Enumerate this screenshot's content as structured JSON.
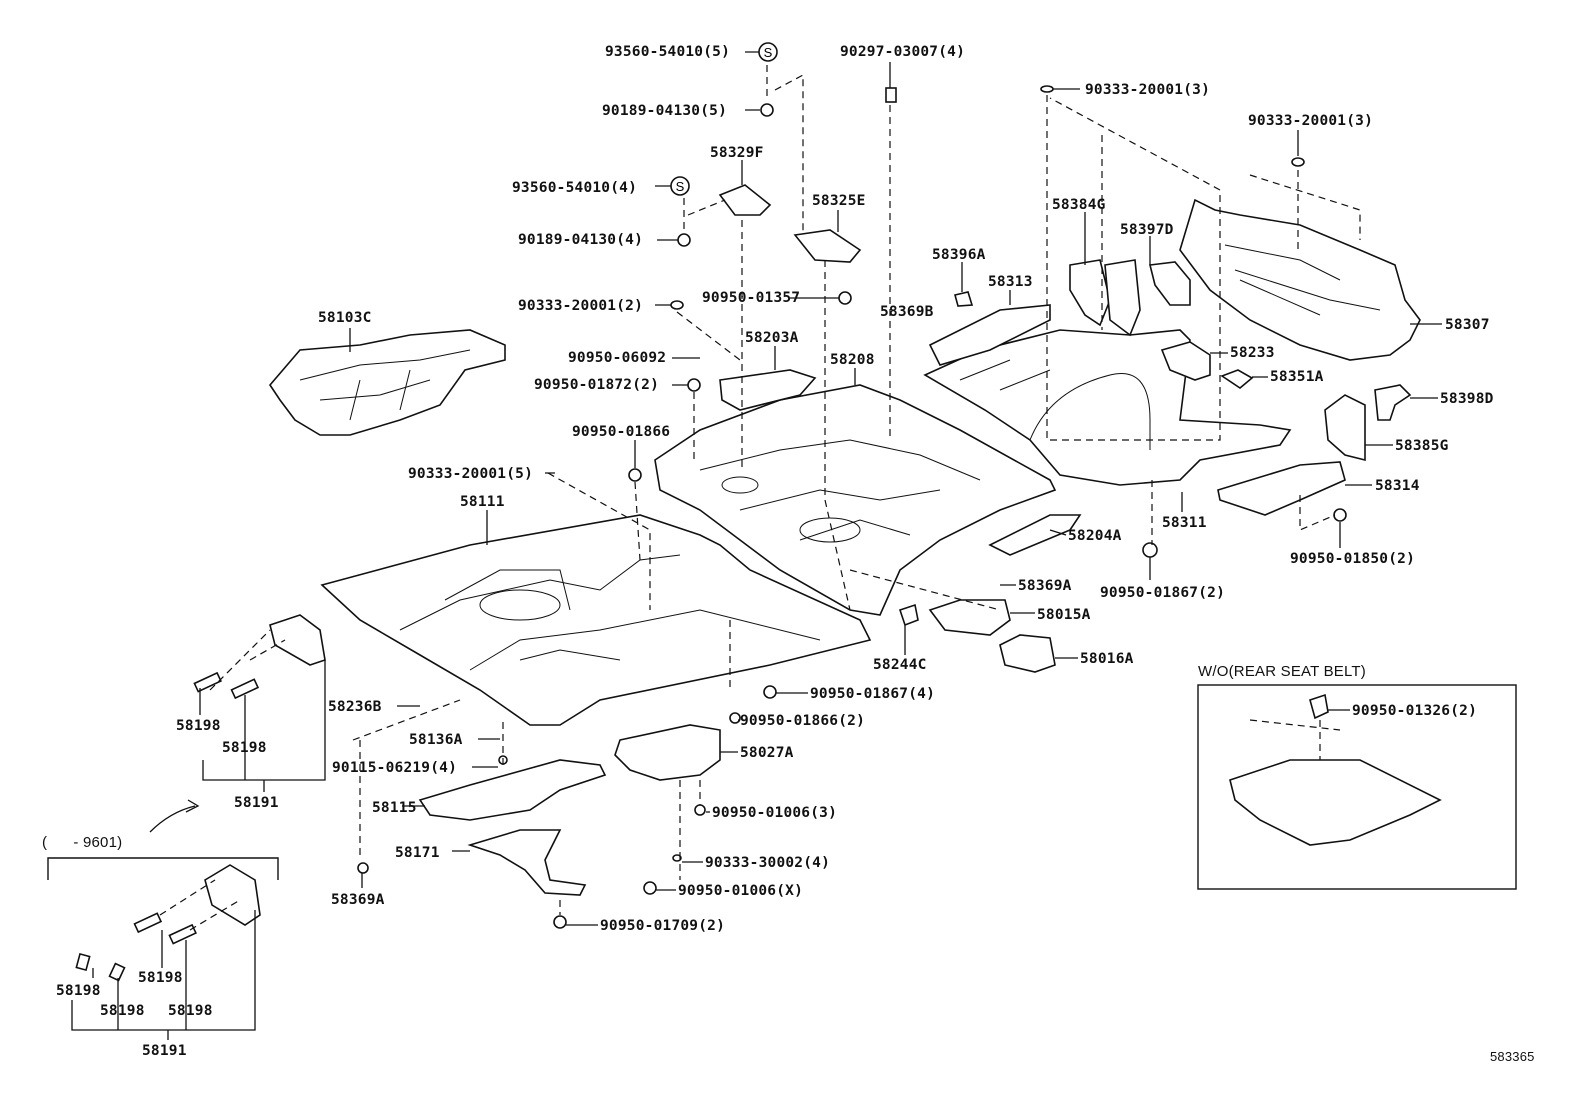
{
  "diagram": {
    "callouts": [
      "93560-54010(5)",
      "90189-04130(5)",
      "58329F",
      "93560-54010(4)",
      "90189-04130(4)",
      "58325E",
      "90297-03007(4)",
      "90333-20001(3)",
      "90333-20001(3)",
      "58384G",
      "58397D",
      "58396A",
      "58313",
      "58369B",
      "90950-01357",
      "90333-20001(2)",
      "58103C",
      "58203A",
      "58208",
      "90950-06092",
      "90950-01872(2)",
      "58233",
      "58351A",
      "58307",
      "58398D",
      "58385G",
      "58314",
      "90950-01866",
      "90333-20001(5)",
      "58111",
      "58204A",
      "58311",
      "90950-01850(2)",
      "90950-01867(2)",
      "58369A",
      "58015A",
      "58244C",
      "58016A",
      "90950-01867(4)",
      "90950-01866(2)",
      "58236B",
      "58136A",
      "58027A",
      "90115-06219(4)",
      "58115",
      "90950-01006(3)",
      "58171",
      "90333-30002(4)",
      "90950-01006(X)",
      "58369A",
      "90950-01709(2)",
      "58198",
      "58198",
      "58191",
      "58198",
      "58198",
      "58198",
      "58198",
      "58191",
      "90950-01326(2)"
    ],
    "notes": {
      "date_range": "(      - 9601)",
      "inset_title": "W/O(REAR SEAT BELT)",
      "illustration_number": "583365"
    },
    "symbols": {
      "s_marker": "S"
    }
  }
}
